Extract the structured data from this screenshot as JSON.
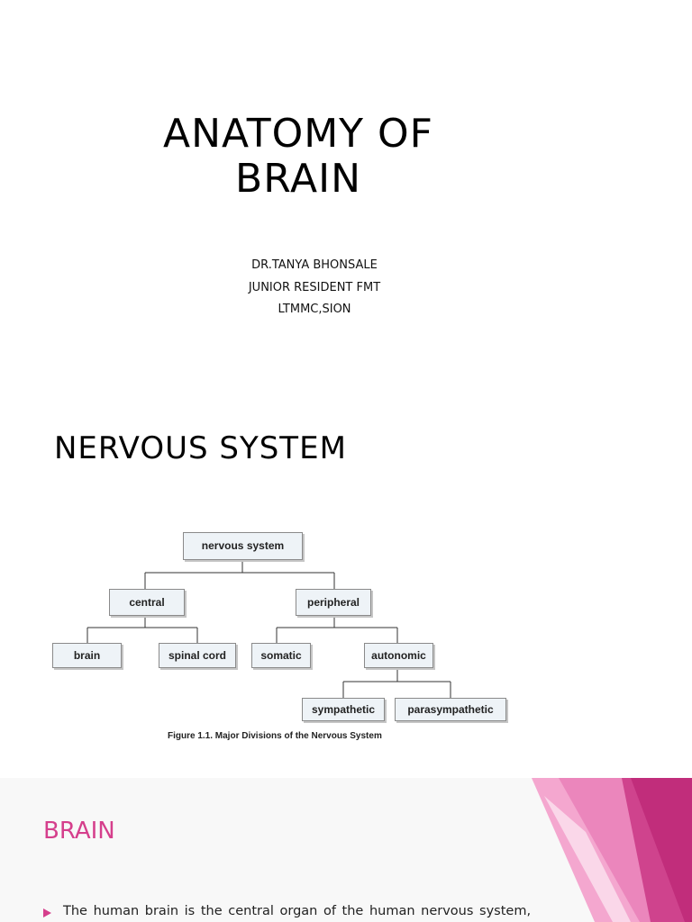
{
  "slide1": {
    "title_line1": "ANATOMY OF",
    "title_line2": "BRAIN",
    "author": "DR.TANYA BHONSALE",
    "role": "JUNIOR RESIDENT FMT",
    "institution": "LTMMC,SION"
  },
  "slide2": {
    "title": "NERVOUS SYSTEM",
    "nodes": {
      "nervous_system": "nervous system",
      "central": "central",
      "peripheral": "peripheral",
      "brain": "brain",
      "spinal_cord": "spinal cord",
      "somatic": "somatic",
      "autonomic": "autonomic",
      "sympathetic": "sympathetic",
      "parasympathetic": "parasympathetic"
    },
    "caption": "Figure 1.1.  Major Divisions of the Nervous System"
  },
  "slide3": {
    "title": "BRAIN",
    "bullet": "The human brain is the central organ of the human nervous system,",
    "accent_color": "#d53f8c"
  }
}
